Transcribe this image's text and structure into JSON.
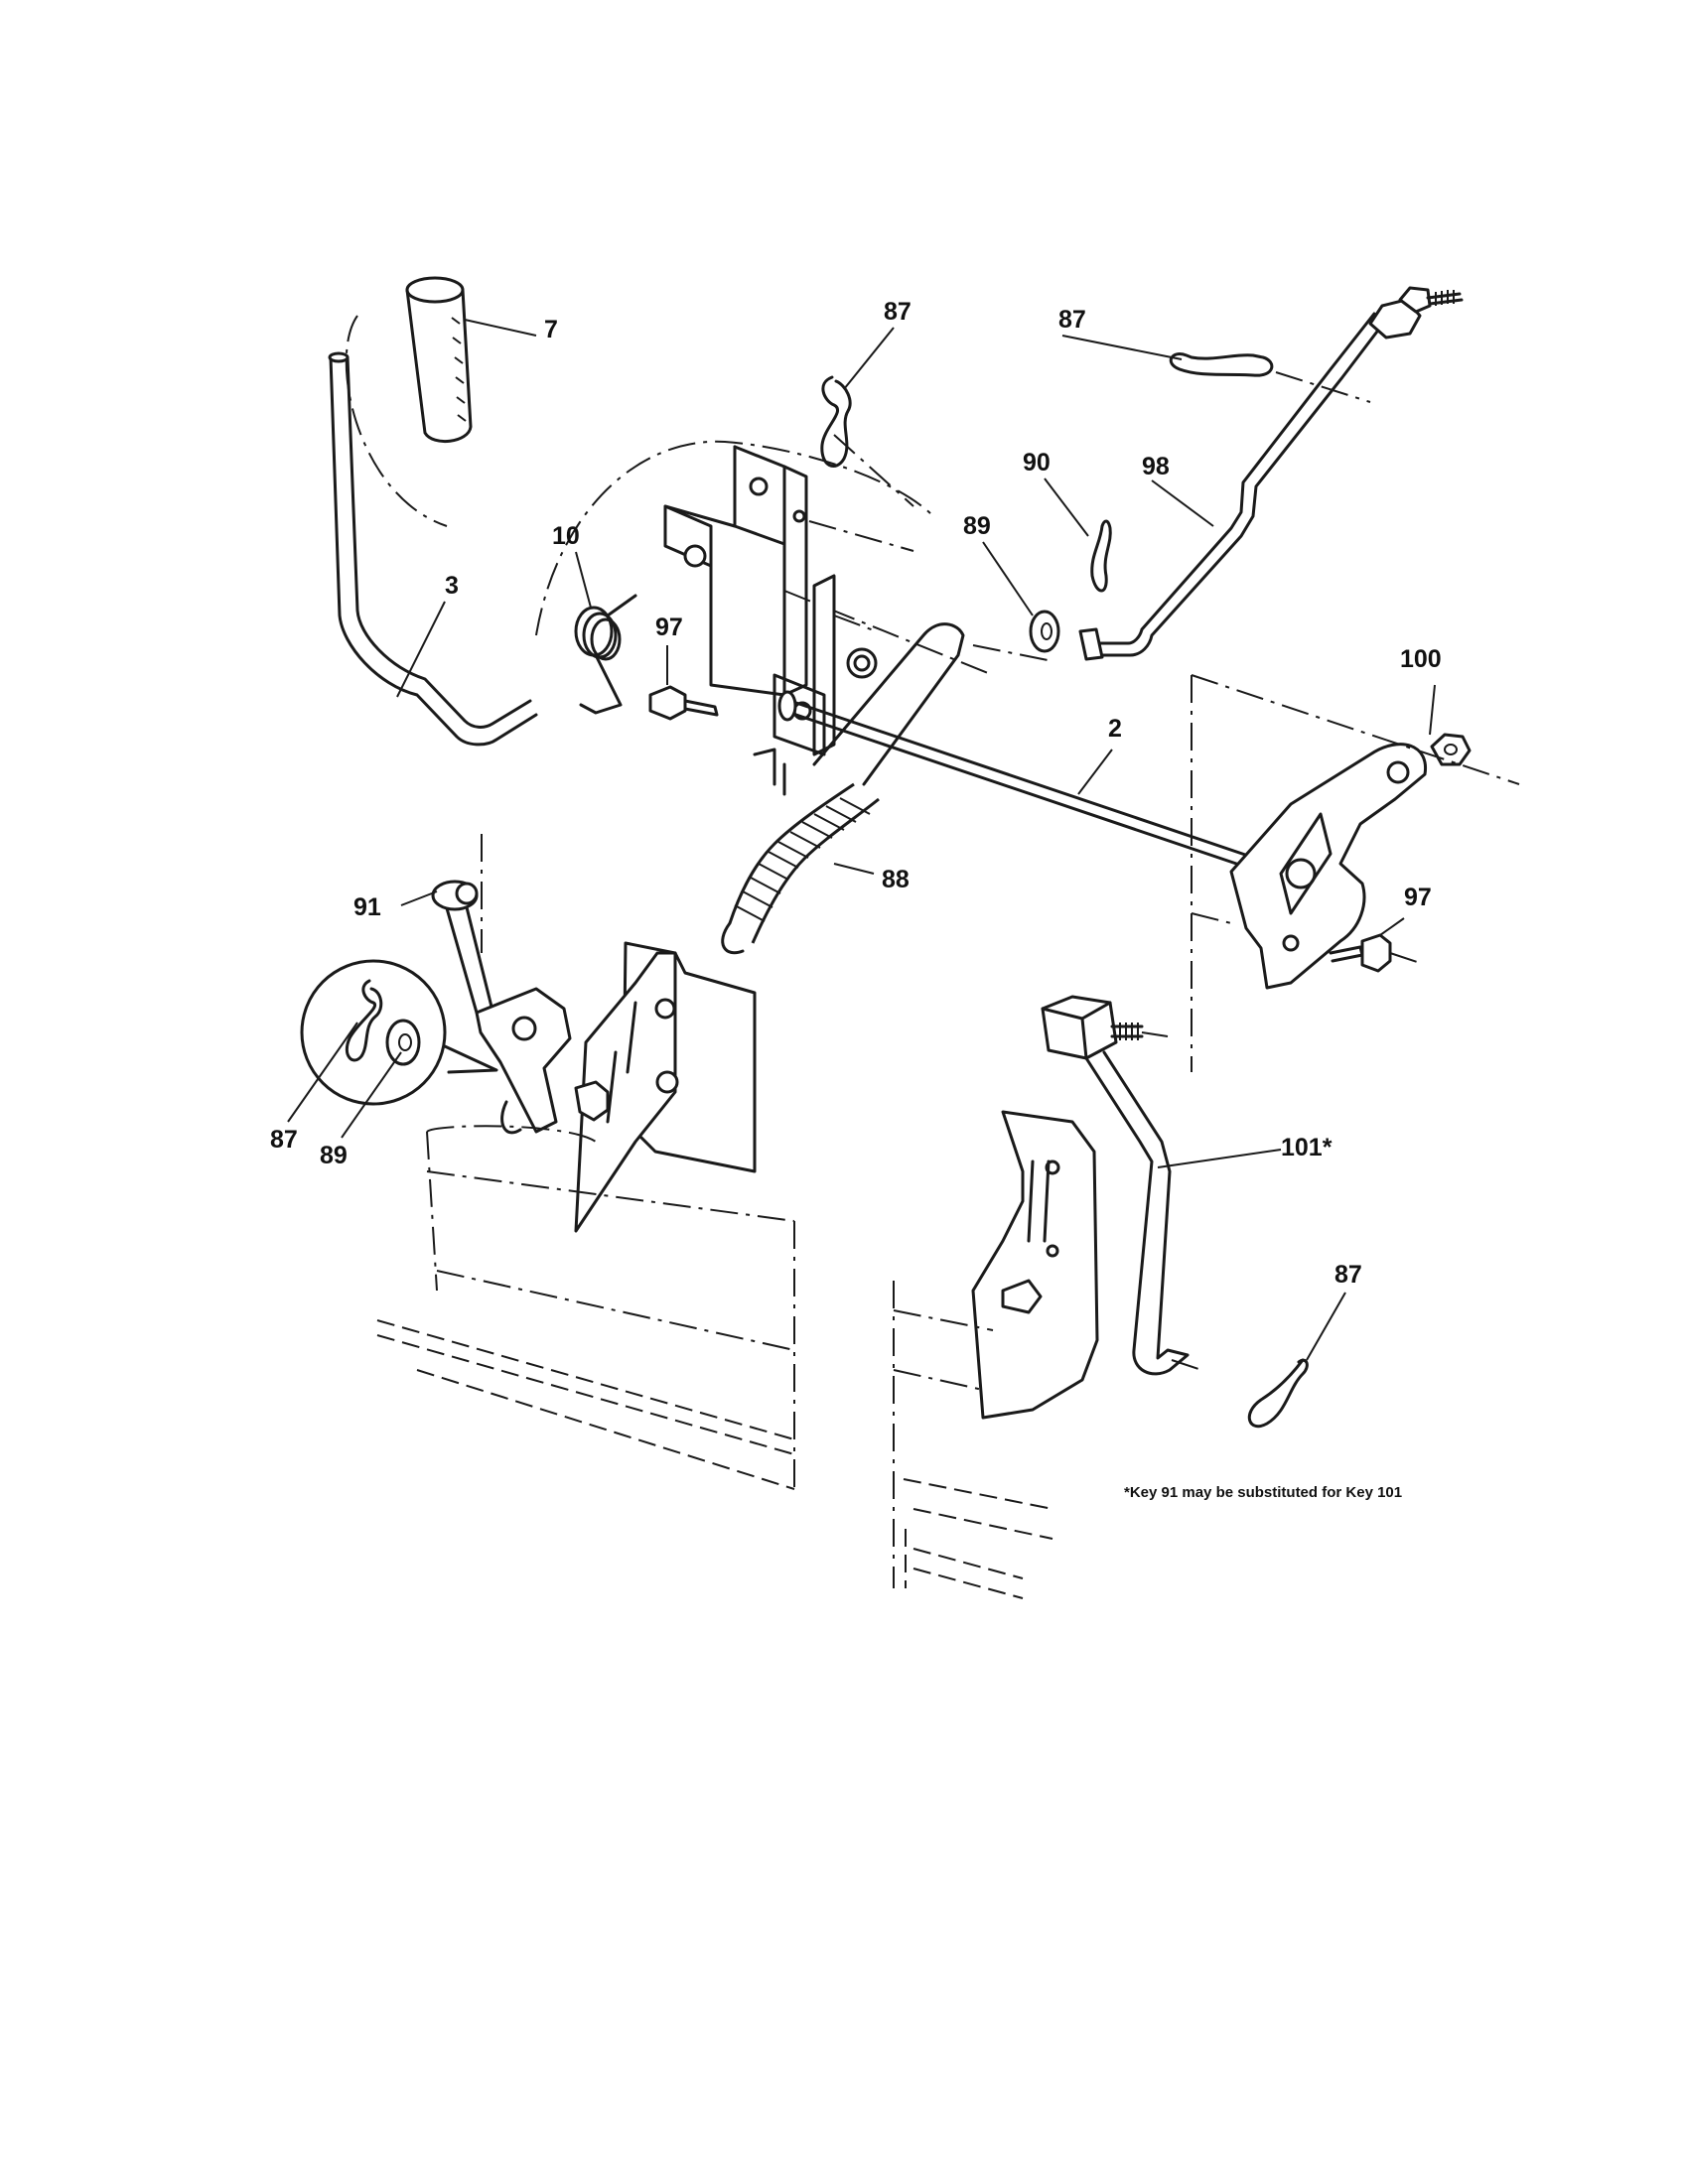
{
  "callouts": {
    "c7": "7",
    "c87_top_center": "87",
    "c87_top_right": "87",
    "c90": "90",
    "c98": "98",
    "c89_top": "89",
    "c10": "10",
    "c3": "3",
    "c97_left": "97",
    "c100": "100",
    "c2": "2",
    "c88": "88",
    "c97_right": "97",
    "c91": "91",
    "c87_inset": "87",
    "c89_inset": "89",
    "c101": "101*",
    "c87_bottom_right": "87"
  },
  "footnote": "*Key 91 may be substituted for Key 101"
}
